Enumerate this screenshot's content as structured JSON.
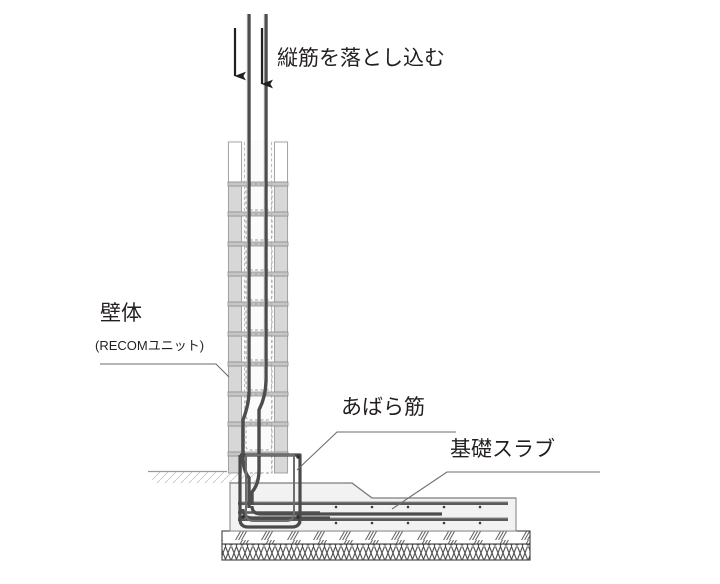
{
  "diagram": {
    "title_visible": false,
    "labels": {
      "drop_rebar": "縦筋を落とし込む",
      "wall_body": "壁体",
      "wall_body_sub": "(RECOMユニット)",
      "stirrup": "あばら筋",
      "foundation_slab": "基礎スラブ"
    },
    "icons": {
      "arrow_left": "down-arrow-icon",
      "arrow_right": "down-arrow-icon"
    },
    "colors": {
      "line": "#231f20",
      "rebar": "#4d4d4d",
      "rebar_light": "#8c8c8c",
      "unit_fill": "#d9d9d9",
      "unit_core": "#fbfbfb",
      "slab_fill": "#f2f2f2",
      "slab_edge": "#808080",
      "ground": "#9a9a9a",
      "hatch": "#6e6e6e"
    },
    "structure": {
      "wall_units_count": 11,
      "vertical_rebar_count": 2,
      "slab_rebar_rows": 2,
      "base_layers": [
        "lean-concrete",
        "gravel-bed"
      ]
    }
  }
}
